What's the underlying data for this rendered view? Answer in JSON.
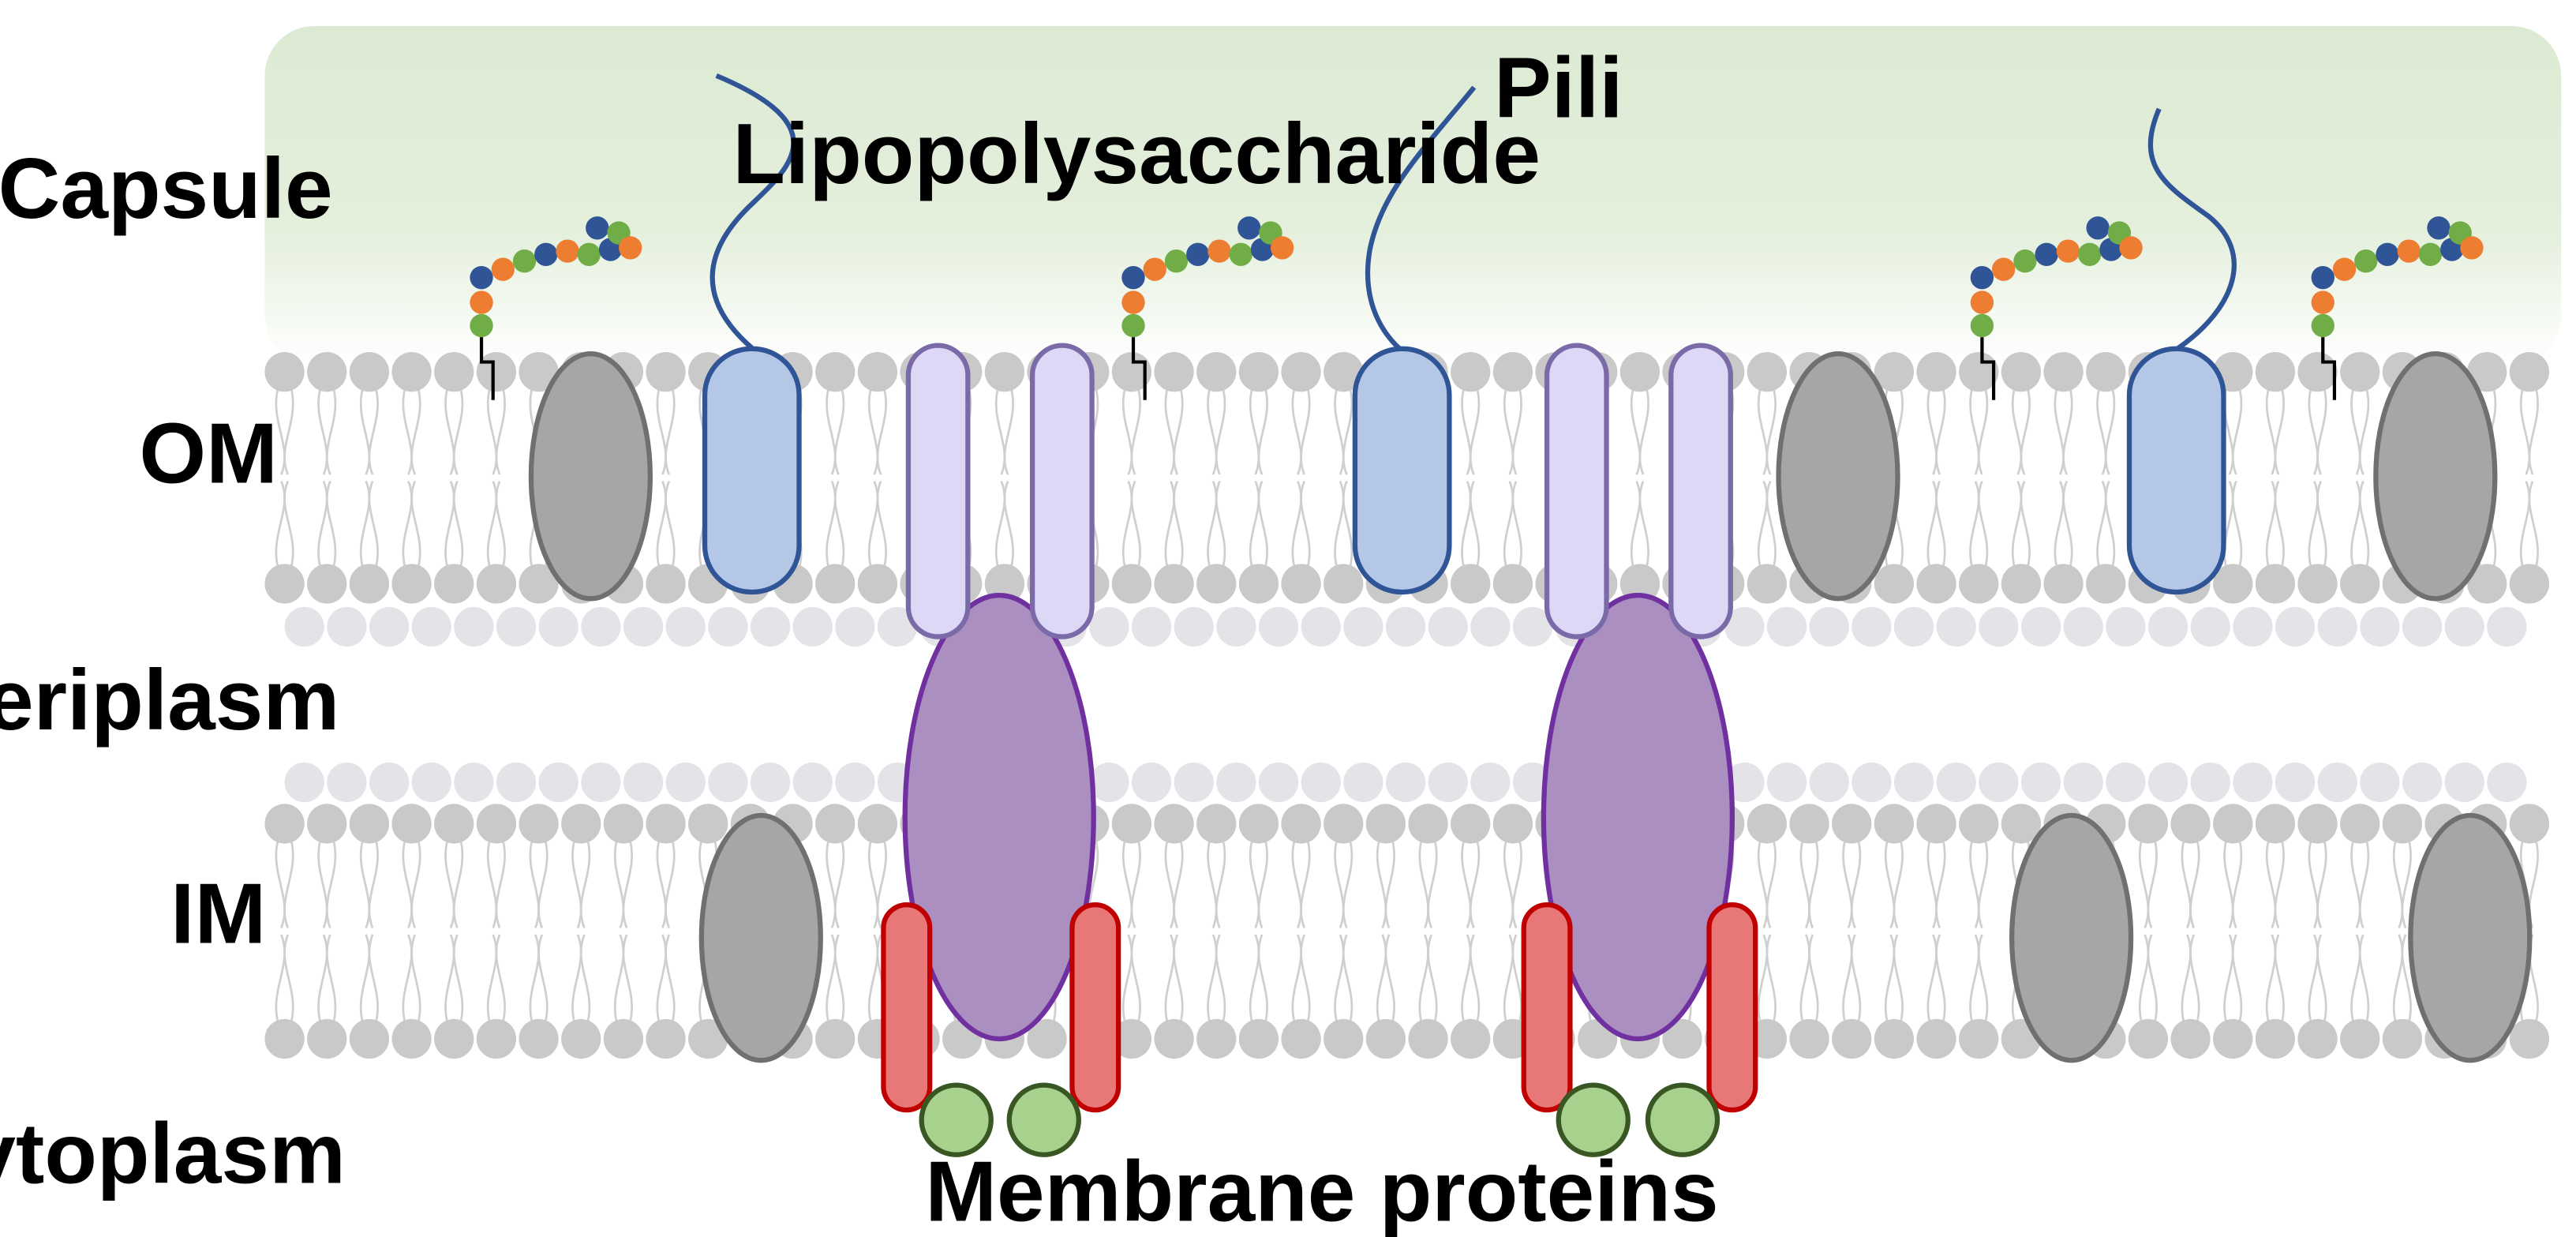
{
  "labels": {
    "capsule": "Capsule",
    "om": "OM",
    "periplasm": "Periplasm",
    "im": "IM",
    "cytoplasm": "Cytoplasm",
    "pili": "Pili",
    "lipopolysaccharide": "Lipopolysaccharide",
    "membrane_proteins": "Membrane proteins"
  },
  "colors": {
    "capsule_top": "#dcead3",
    "lipid_head": "#c9c9c9",
    "lipid_head_back": "#e4e4e8",
    "lipid_tail": "#cfcfcf",
    "gray_protein": "#a6a6a6",
    "gray_outline": "#707070",
    "porin_fill": "#b4c7e7",
    "porin_stroke": "#2f5597",
    "lavender_fill": "#dcd8f5",
    "lavender_stroke": "#7a6aa8",
    "purple_fill": "#ab8fc1",
    "purple_stroke": "#7030a0",
    "red_fill": "#e87878",
    "red_stroke": "#c00000",
    "green_fill": "#a9d18e",
    "green_stroke": "#385723",
    "sugar_blue": "#2f5597",
    "sugar_orange": "#ed7d31",
    "sugar_green": "#70ad47"
  },
  "icons": [
    "pilus-icon",
    "lipopolysaccharide-icon",
    "porin-icon",
    "membrane-protein-icon"
  ]
}
